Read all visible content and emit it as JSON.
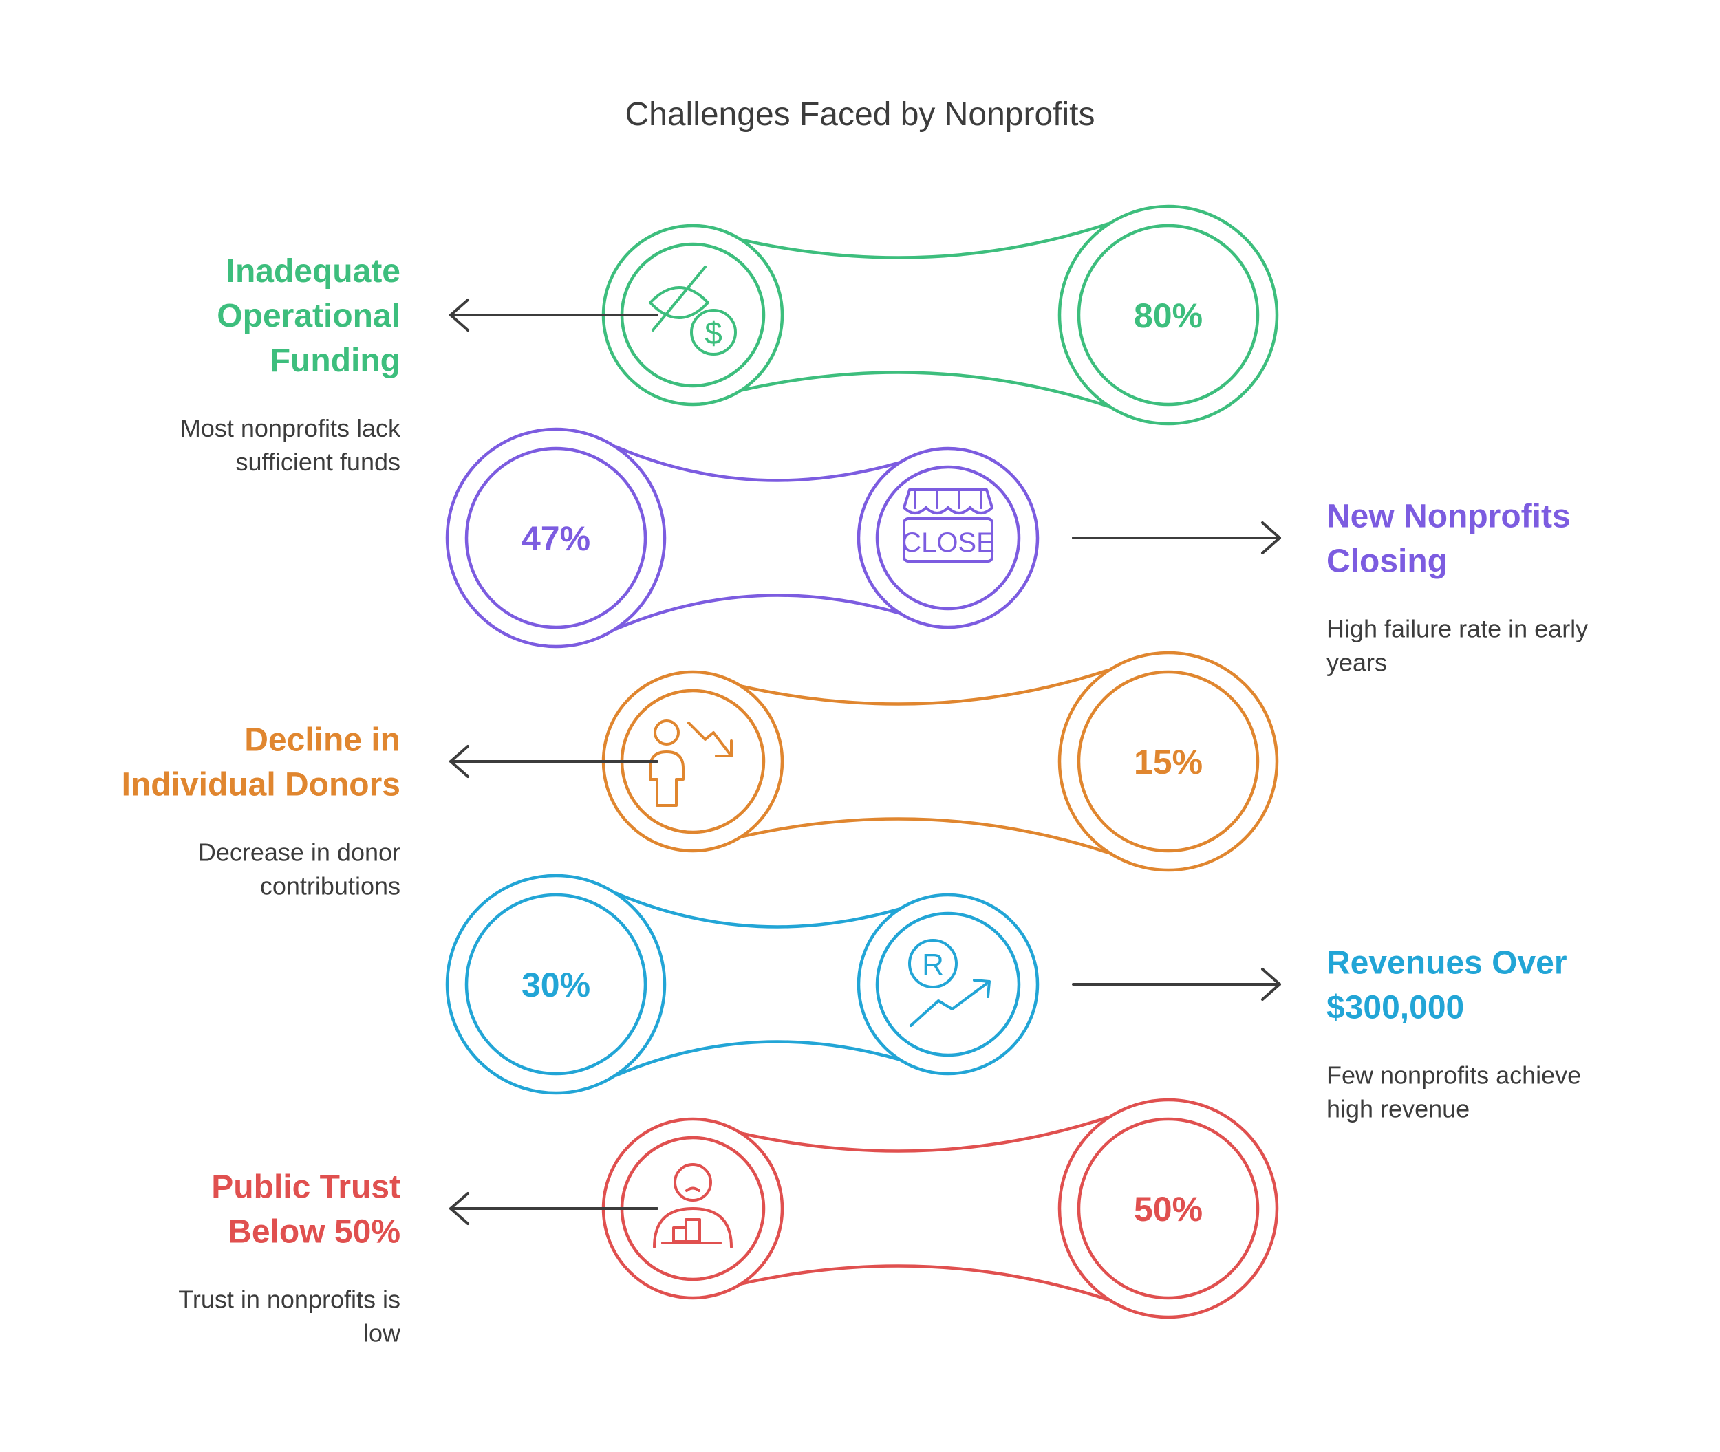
{
  "title": "Challenges Faced by Nonprofits",
  "items": [
    {
      "heading": [
        "Inadequate",
        "Operational",
        "Funding"
      ],
      "description": [
        "Most nonprofits lack",
        "sufficient funds"
      ],
      "value": "80%",
      "color": "#3dbe7d",
      "icon": "hidden-money-icon",
      "side": "left"
    },
    {
      "heading": [
        "New Nonprofits",
        "Closing"
      ],
      "description": [
        "High failure rate in early",
        "years"
      ],
      "value": "47%",
      "color": "#7c5ce0",
      "icon": "closed-store-icon",
      "icon_text": "CLOSE",
      "side": "right"
    },
    {
      "heading": [
        "Decline in",
        "Individual Donors"
      ],
      "description": [
        "Decrease in donor",
        "contributions"
      ],
      "value": "15%",
      "color": "#e0862f",
      "icon": "person-decline-icon",
      "side": "left"
    },
    {
      "heading": [
        "Revenues Over",
        "$300,000"
      ],
      "description": [
        "Few nonprofits achieve",
        "high revenue"
      ],
      "value": "30%",
      "color": "#22a5d6",
      "icon": "revenue-growth-icon",
      "icon_text": "R",
      "side": "right"
    },
    {
      "heading": [
        "Public Trust",
        "Below 50%"
      ],
      "description": [
        "Trust in nonprofits is",
        "low"
      ],
      "value": "50%",
      "color": "#e0504f",
      "icon": "unhappy-person-icon",
      "side": "left"
    }
  ]
}
